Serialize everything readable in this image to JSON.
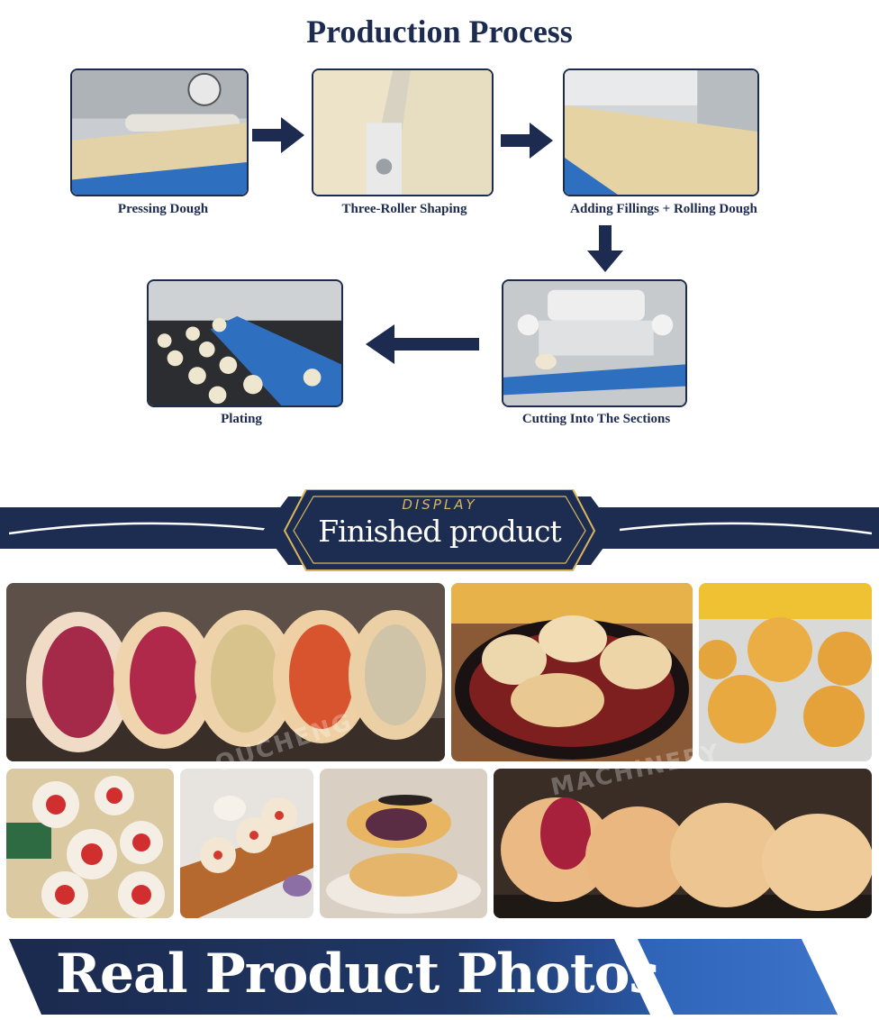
{
  "header": {
    "title": "Production Process"
  },
  "steps": [
    {
      "label": "Pressing Dough"
    },
    {
      "label": "Three-Roller Shaping"
    },
    {
      "label": "Adding Fillings + Rolling Dough"
    },
    {
      "label": "Cutting Into The Sections"
    },
    {
      "label": "Plating"
    }
  ],
  "banner": {
    "kicker": "DISPLAY",
    "title": "Finished product"
  },
  "watermark": {
    "line1": "OUCHENG",
    "line2": "MACHINERY"
  },
  "footer": {
    "title": "Real Product Photos"
  },
  "colors": {
    "navy": "#1c2b4f",
    "gold": "#d9b55c",
    "blue": "#2f5aa8"
  }
}
